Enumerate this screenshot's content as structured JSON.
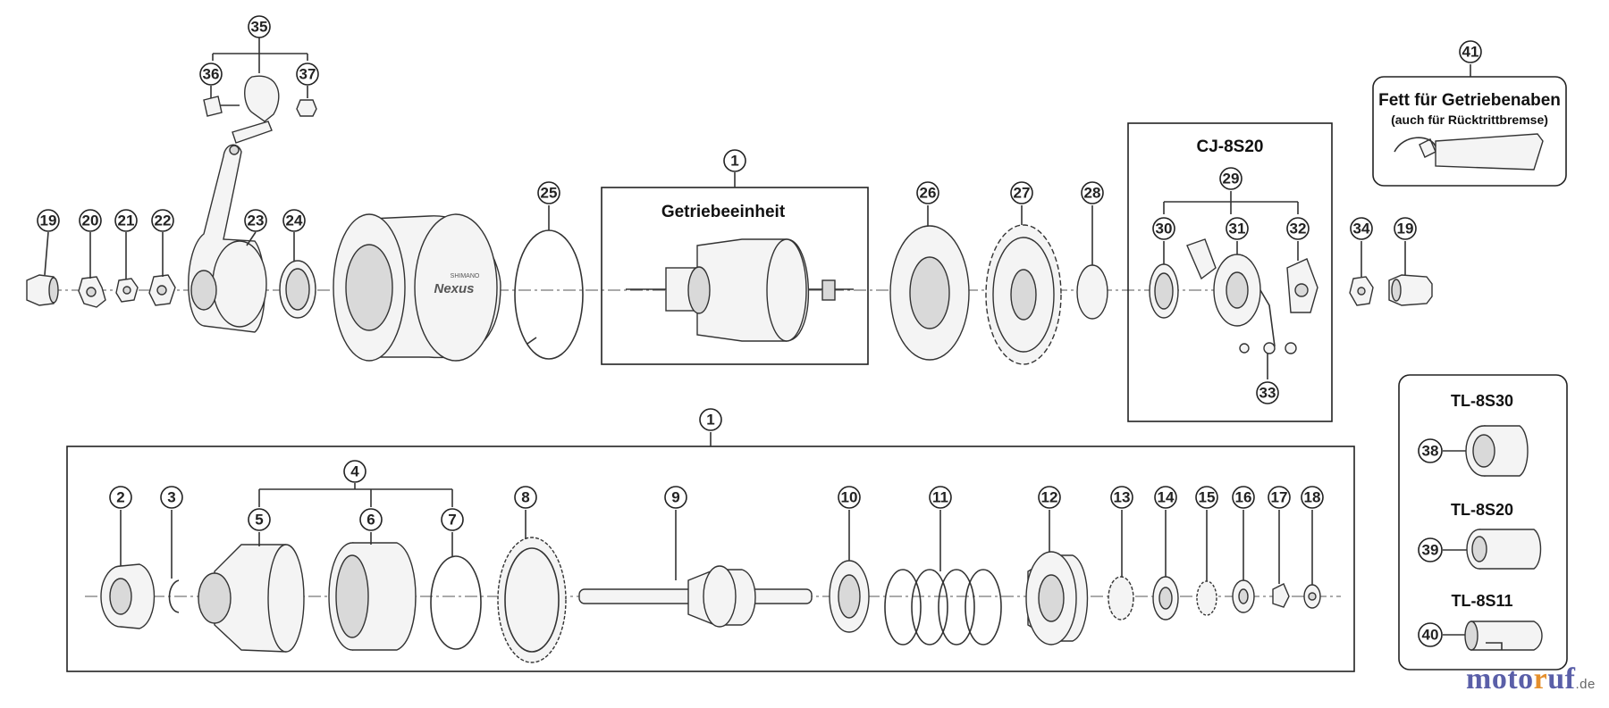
{
  "callouts": {
    "n1": "1",
    "n2": "2",
    "n3": "3",
    "n4": "4",
    "n5": "5",
    "n6": "6",
    "n7": "7",
    "n8": "8",
    "n9": "9",
    "n10": "10",
    "n11": "11",
    "n12": "12",
    "n13": "13",
    "n14": "14",
    "n15": "15",
    "n16": "16",
    "n17": "17",
    "n18": "18",
    "n19": "19",
    "n20": "20",
    "n21": "21",
    "n22": "22",
    "n23": "23",
    "n24": "24",
    "n25": "25",
    "n26": "26",
    "n27": "27",
    "n28": "28",
    "n29": "29",
    "n30": "30",
    "n31": "31",
    "n32": "32",
    "n33": "33",
    "n34": "34",
    "n35": "35",
    "n36": "36",
    "n37": "37",
    "n38": "38",
    "n39": "39",
    "n40": "40",
    "n41": "41"
  },
  "labels": {
    "gear_unit": "Getriebeeinheit",
    "cj_kit": "CJ-8S20",
    "grease_title": "Fett für Getriebenaben",
    "grease_sub": "(auch für Rücktrittbremse)",
    "hub_brand": "Nexus",
    "hub_maker": "SHIMANO",
    "tools": [
      "TL-8S30",
      "TL-8S20",
      "TL-8S11"
    ]
  },
  "watermark": {
    "part1": "moto",
    "part2": "r",
    "part3": "uf",
    "tld": ".de"
  },
  "colors": {
    "line": "#333333",
    "watermark_blue": "#5a5fa8",
    "watermark_orange": "#e58f2c"
  }
}
